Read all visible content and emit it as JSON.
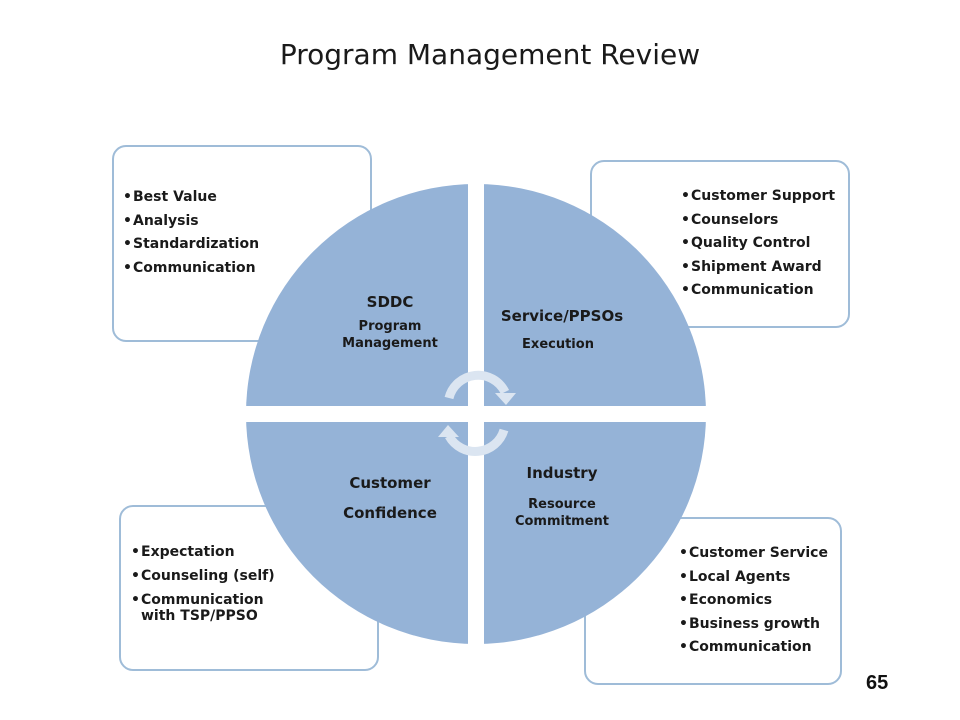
{
  "title": "Program Management Review",
  "page_number": "65",
  "colors": {
    "quadrant": "#95b3d7",
    "box_border": "#9fbcd8",
    "arrow": "#dbe5f1"
  },
  "quadrants": {
    "top_left": {
      "heading": "SDDC",
      "subheading": "Program Management"
    },
    "top_right": {
      "heading": "Service/PPSOs",
      "subheading": "Execution"
    },
    "bottom_left": {
      "heading": "Customer",
      "subheading": "Confidence"
    },
    "bottom_right": {
      "heading": "Industry",
      "subheading": "Resource Commitment"
    }
  },
  "boxes": {
    "top_left": [
      "Best Value",
      "Analysis",
      "Standardization",
      "Communication"
    ],
    "top_right": [
      "Customer Support",
      "Counselors",
      "Quality Control",
      "Shipment Award",
      "Communication"
    ],
    "bottom_left": [
      "Expectation",
      "Counseling (self)",
      "Communication with TSP/PPSO"
    ],
    "bottom_right": [
      "Customer Service",
      "Local Agents",
      "Economics",
      "Business growth",
      "Communication"
    ]
  }
}
